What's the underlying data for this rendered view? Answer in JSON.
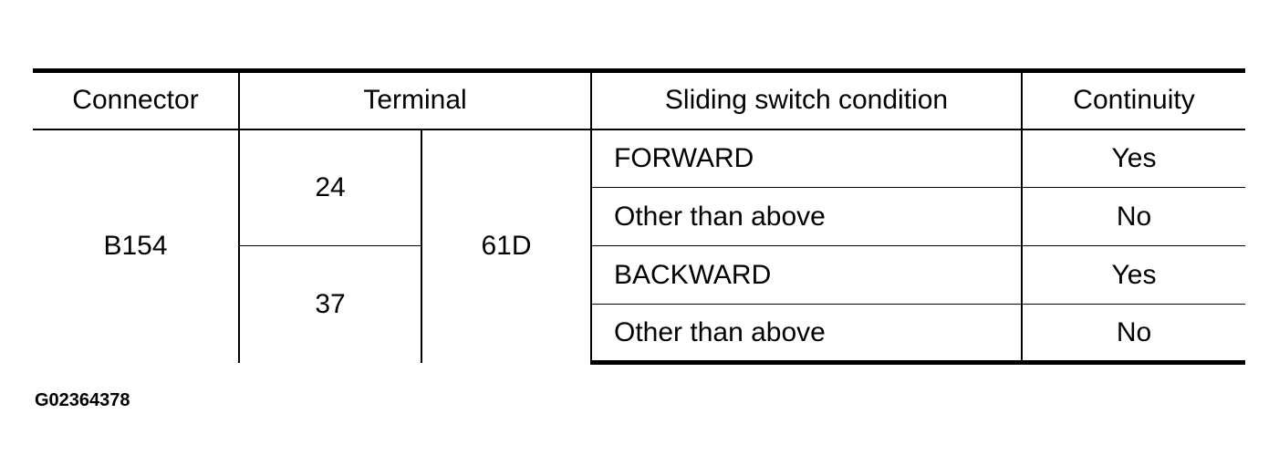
{
  "table": {
    "headers": {
      "connector": "Connector",
      "terminal": "Terminal",
      "condition": "Sliding switch condition",
      "continuity": "Continuity"
    },
    "connector": "B154",
    "terminal_a": [
      "24",
      "37"
    ],
    "terminal_b": "61D",
    "rows": [
      {
        "condition": "FORWARD",
        "continuity": "Yes"
      },
      {
        "condition": "Other than above",
        "continuity": "No"
      },
      {
        "condition": "BACKWARD",
        "continuity": "Yes"
      },
      {
        "condition": "Other than above",
        "continuity": "No"
      }
    ]
  },
  "figure_id": "G02364378"
}
